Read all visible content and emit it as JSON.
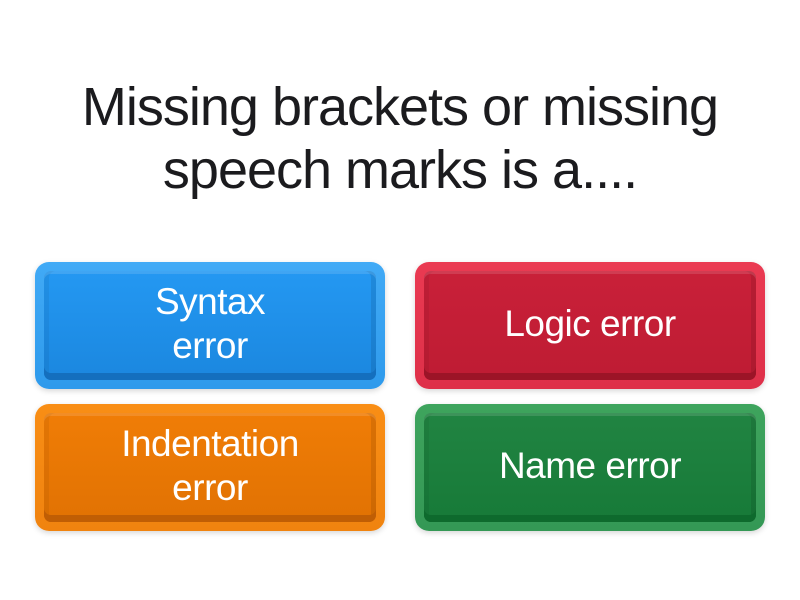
{
  "question": {
    "text": "Missing brackets or missing\nspeech marks is a...."
  },
  "answers": [
    {
      "label": "Syntax\nerror",
      "color": "blue"
    },
    {
      "label": "Logic error",
      "color": "red"
    },
    {
      "label": "Indentation\nerror",
      "color": "orange"
    },
    {
      "label": "Name error",
      "color": "green"
    }
  ],
  "colors": {
    "blue": {
      "rim": "#41AAF6",
      "rim_dark": "#2E9AEC",
      "panel_top": "#2498F2",
      "panel_bottom": "#1B87DF",
      "chamfer": "#146FBE"
    },
    "red": {
      "rim": "#EA3A52",
      "rim_dark": "#DE3049",
      "panel_top": "#C92039",
      "panel_bottom": "#BE1C33",
      "chamfer": "#9C1427"
    },
    "orange": {
      "rim": "#F98E15",
      "rim_dark": "#F0830F",
      "panel_top": "#F07D06",
      "panel_bottom": "#E17203",
      "chamfer": "#C05E04"
    },
    "green": {
      "rim": "#3EA45D",
      "rim_dark": "#349855",
      "panel_top": "#218442",
      "panel_bottom": "#177A38",
      "chamfer": "#0E6A2D"
    }
  },
  "page": {
    "background": "#FFFFFF",
    "title_color": "#1B1B1E",
    "button_text_color": "#FFFFFF"
  }
}
